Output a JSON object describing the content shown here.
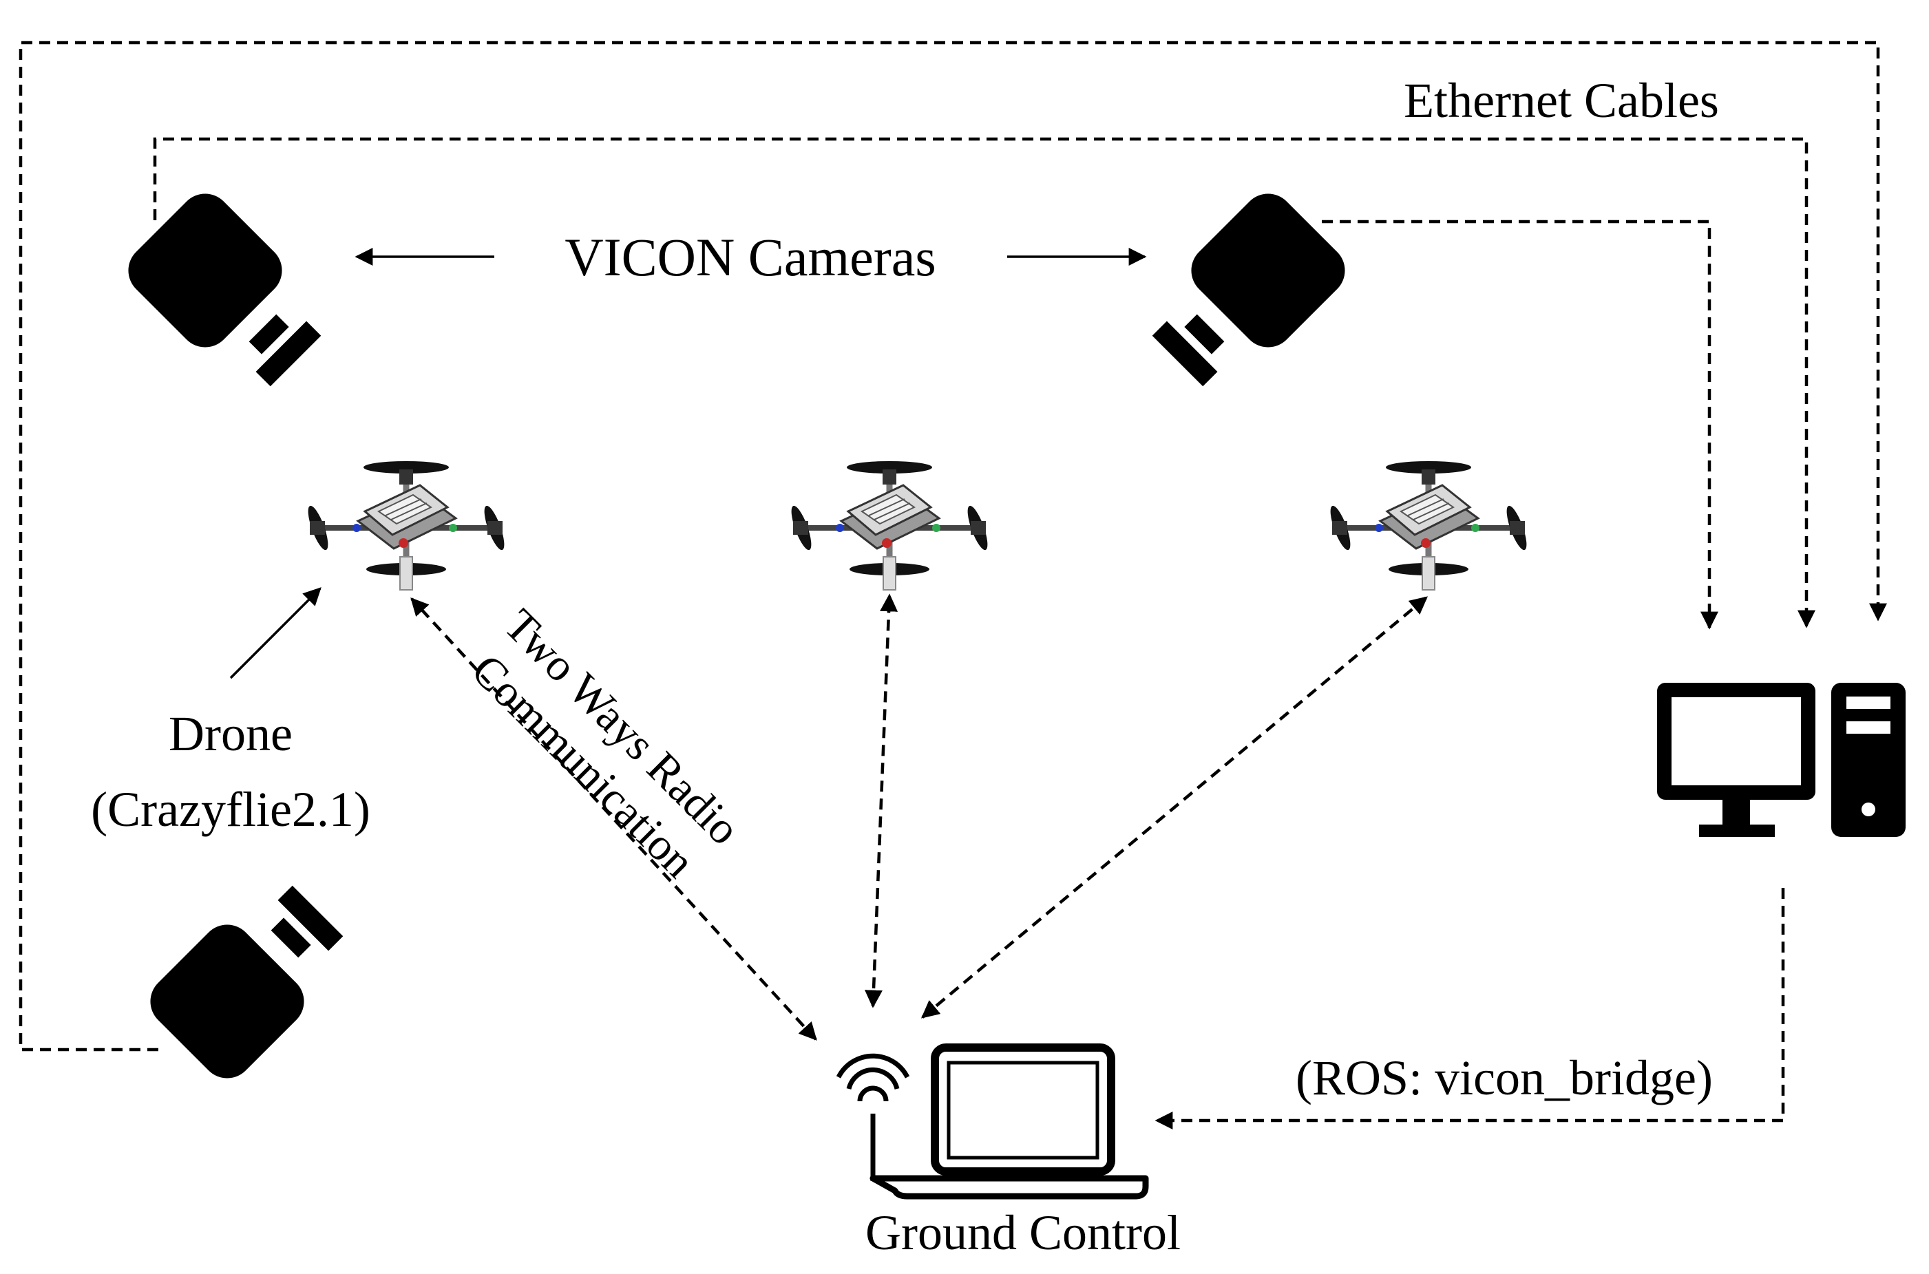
{
  "labels": {
    "ethernet": "Ethernet Cables",
    "vicon": "VICON Cameras",
    "drone_line1": "Drone",
    "drone_line2": "(Crazyflie2.1)",
    "radio_line1": "Two Ways Radio",
    "radio_line2": "Communication",
    "ros": "(ROS: vicon_bridge)",
    "ground": "Ground Control"
  },
  "icons": {
    "camera": "vicon-camera-icon",
    "drone": "quadcopter-drone-icon",
    "computer": "desktop-computer-icon",
    "laptop": "laptop-icon",
    "wifi": "wifi-signal-icon"
  },
  "colors": {
    "line": "#000000",
    "background": "#ffffff",
    "drone_body": "#d9d9d9"
  }
}
